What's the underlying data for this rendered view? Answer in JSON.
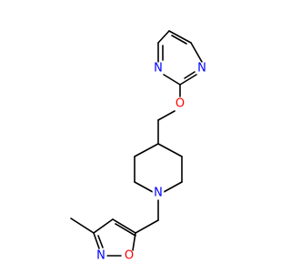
{
  "molecule": {
    "atoms": {
      "pyrimidine_n_left": {
        "label": "N"
      },
      "pyrimidine_n_right": {
        "label": "N"
      },
      "ether_oxygen": {
        "label": "O"
      },
      "piperidine_nitrogen": {
        "label": "N"
      },
      "isoxazole_nitrogen": {
        "label": "N"
      },
      "isoxazole_oxygen": {
        "label": "O"
      }
    },
    "colors": {
      "bond": "#000000",
      "nitrogen": "#0000ff",
      "oxygen": "#ff0000",
      "background": "#ffffff"
    }
  }
}
